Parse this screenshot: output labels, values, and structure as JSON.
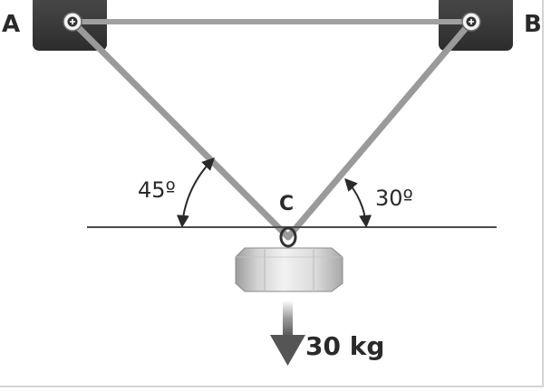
{
  "labels": {
    "a": "A",
    "b": "B",
    "c": "C",
    "angle_left": "45º",
    "angle_right": "30º",
    "weight": "30 kg"
  },
  "colors": {
    "mount": "#3a3a3a",
    "rod": "#9a9a9a",
    "ground": "#4a4a4a",
    "text": "#2a2a2a"
  }
}
